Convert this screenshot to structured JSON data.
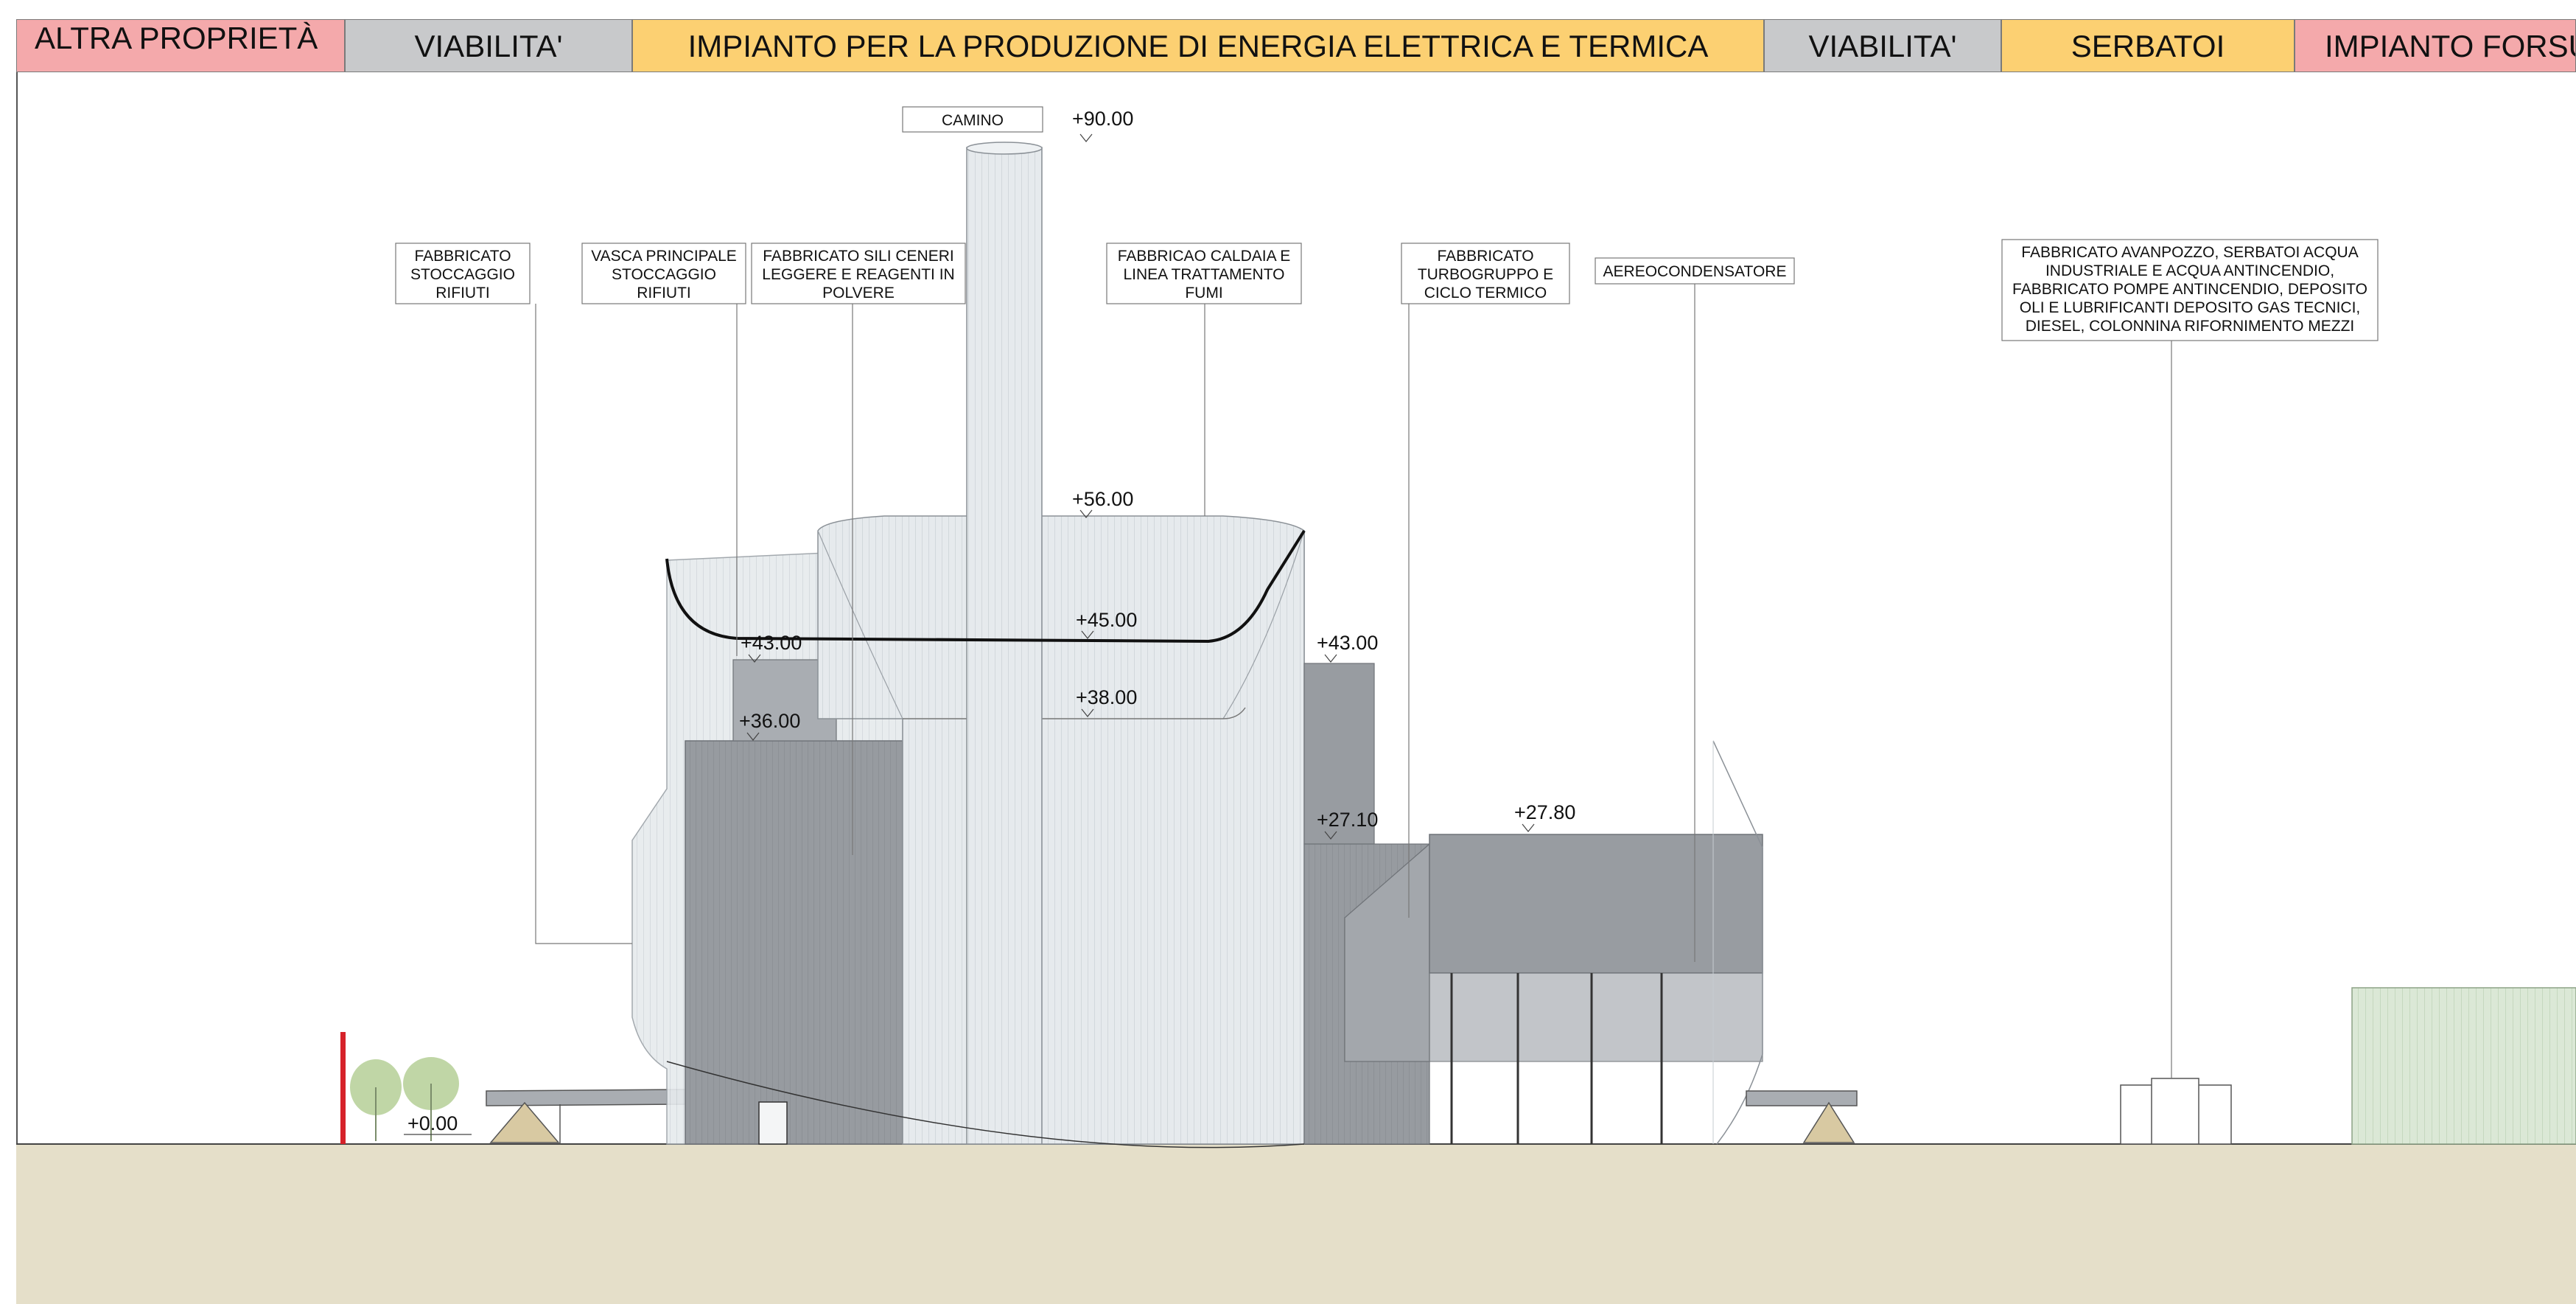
{
  "header_bands": [
    {
      "id": "altra",
      "label": "ALTRA PROPRIETÀ",
      "color": "#f4a9ab"
    },
    {
      "id": "viab1",
      "label": "VIABILITA'",
      "color": "#c8c9cb"
    },
    {
      "id": "impianto",
      "label": "IMPIANTO PER LA PRODUZIONE DI ENERGIA ELETTRICA E TERMICA",
      "color": "#fcd072"
    },
    {
      "id": "viab2",
      "label": "VIABILITA'",
      "color": "#c8c9cb"
    },
    {
      "id": "serbatoi",
      "label": "SERBATOI",
      "color": "#fcd072"
    },
    {
      "id": "forsu",
      "label": "IMPIANTO FORSU",
      "color": "#f4a9ab"
    }
  ],
  "labels": {
    "camino": [
      "CAMINO"
    ],
    "stoccaggio": [
      "FABBRICATO",
      "STOCCAGGIO",
      "RIFIUTI"
    ],
    "vasca": [
      "VASCA PRINCIPALE",
      "STOCCAGGIO",
      "RIFIUTI"
    ],
    "sili": [
      "FABBRICATO SILI CENERI",
      "LEGGERE E REAGENTI IN",
      "POLVERE"
    ],
    "caldaia": [
      "FABBRICAO CALDAIA E",
      "LINEA TRATTAMENTO",
      "FUMI"
    ],
    "turbo": [
      "FABBRICATO",
      "TURBOGRUPPO E",
      "CICLO TERMICO"
    ],
    "aereo": [
      "AEREOCONDENSATORE"
    ],
    "avanpozzo": [
      "FABBRICATO AVANPOZZO, SERBATOI ACQUA",
      "INDUSTRIALE E ACQUA ANTINCENDIO,",
      "FABBRICATO POMPE ANTINCENDIO, DEPOSITO",
      "OLI E LUBRIFICANTI DEPOSITO GAS TECNICI,",
      "DIESEL, COLONNINA RIFORNIMENTO MEZZI"
    ]
  },
  "elevations": {
    "e90": "+90.00",
    "e56": "+56.00",
    "e45": "+45.00",
    "e43a": "+43.00",
    "e43b": "+43.00",
    "e38": "+38.00",
    "e36": "+36.00",
    "e2780": "+27.80",
    "e2710": "+27.10",
    "e0": "+0.00"
  },
  "colors": {
    "ground": "#e5dfc9",
    "building_dark": "#8d9196",
    "building_mid": "#a9adb2",
    "glass": "#e4e8eb",
    "forsu_building": "#dde9d9",
    "boundary_marker": "#d6222a",
    "tree": "#a8c48a"
  }
}
